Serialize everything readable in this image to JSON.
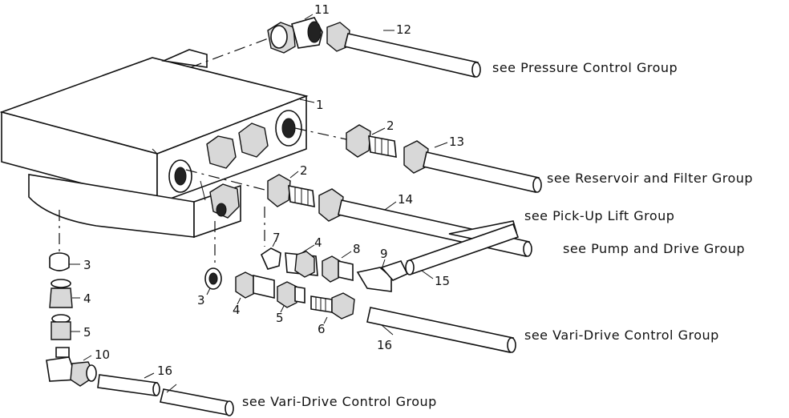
{
  "callouts": {
    "c1": "1",
    "c2a": "2",
    "c2b": "2",
    "c3a": "3",
    "c3b": "3",
    "c4a": "4",
    "c4b": "4",
    "c4c": "4",
    "c5a": "5",
    "c5b": "5",
    "c6": "6",
    "c7": "7",
    "c8": "8",
    "c9": "9",
    "c10": "10",
    "c11": "11",
    "c12": "12",
    "c13": "13",
    "c14": "14",
    "c15": "15",
    "c16a": "16",
    "c16b": "16"
  },
  "references": {
    "pressure": "see Pressure Control Group",
    "reservoir": "see Reservoir and Filter Group",
    "pickup": "see Pick-Up Lift Group",
    "pump": "see Pump and Drive Group",
    "varidrive_mid": "see Vari-Drive Control Group",
    "varidrive_bottom": "see Vari-Drive Control Group"
  }
}
